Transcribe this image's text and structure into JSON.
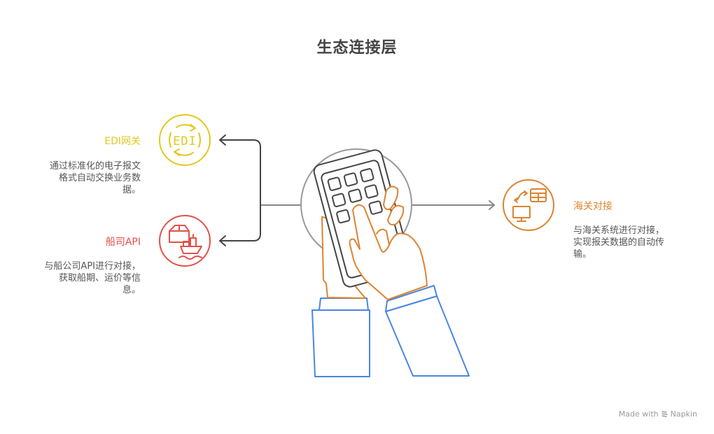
{
  "title": "生态连接层",
  "colors": {
    "edi": "#E3C81E",
    "shipping": "#E0524A",
    "customs": "#DC8430",
    "connector_dark": "#444444",
    "connector_gray": "#888888",
    "sleeve_blue": "#4A86E0",
    "hand_orange": "#DC8430"
  },
  "nodes": [
    {
      "id": "edi",
      "title": "EDI网关",
      "icon": "edi-exchange-icon",
      "icon_text": "EDI",
      "description_lines": [
        "通过标准化的电子报文",
        "格式自动交换业务数",
        "据。"
      ]
    },
    {
      "id": "shipping",
      "title": "船司API",
      "icon": "cargo-ship-icon",
      "description_lines": [
        "与船公司API进行对接，",
        "获取船期、运价等信",
        "息。"
      ]
    },
    {
      "id": "customs",
      "title": "海关对接",
      "icon": "customs-data-icon",
      "description_lines": [
        "与海关系统进行对接，",
        "实现报关数据的自动传",
        "输。"
      ]
    }
  ],
  "center": {
    "icon": "hand-tapping-phone-icon"
  },
  "credit": {
    "prefix": "Made with",
    "brand": "Napkin"
  }
}
